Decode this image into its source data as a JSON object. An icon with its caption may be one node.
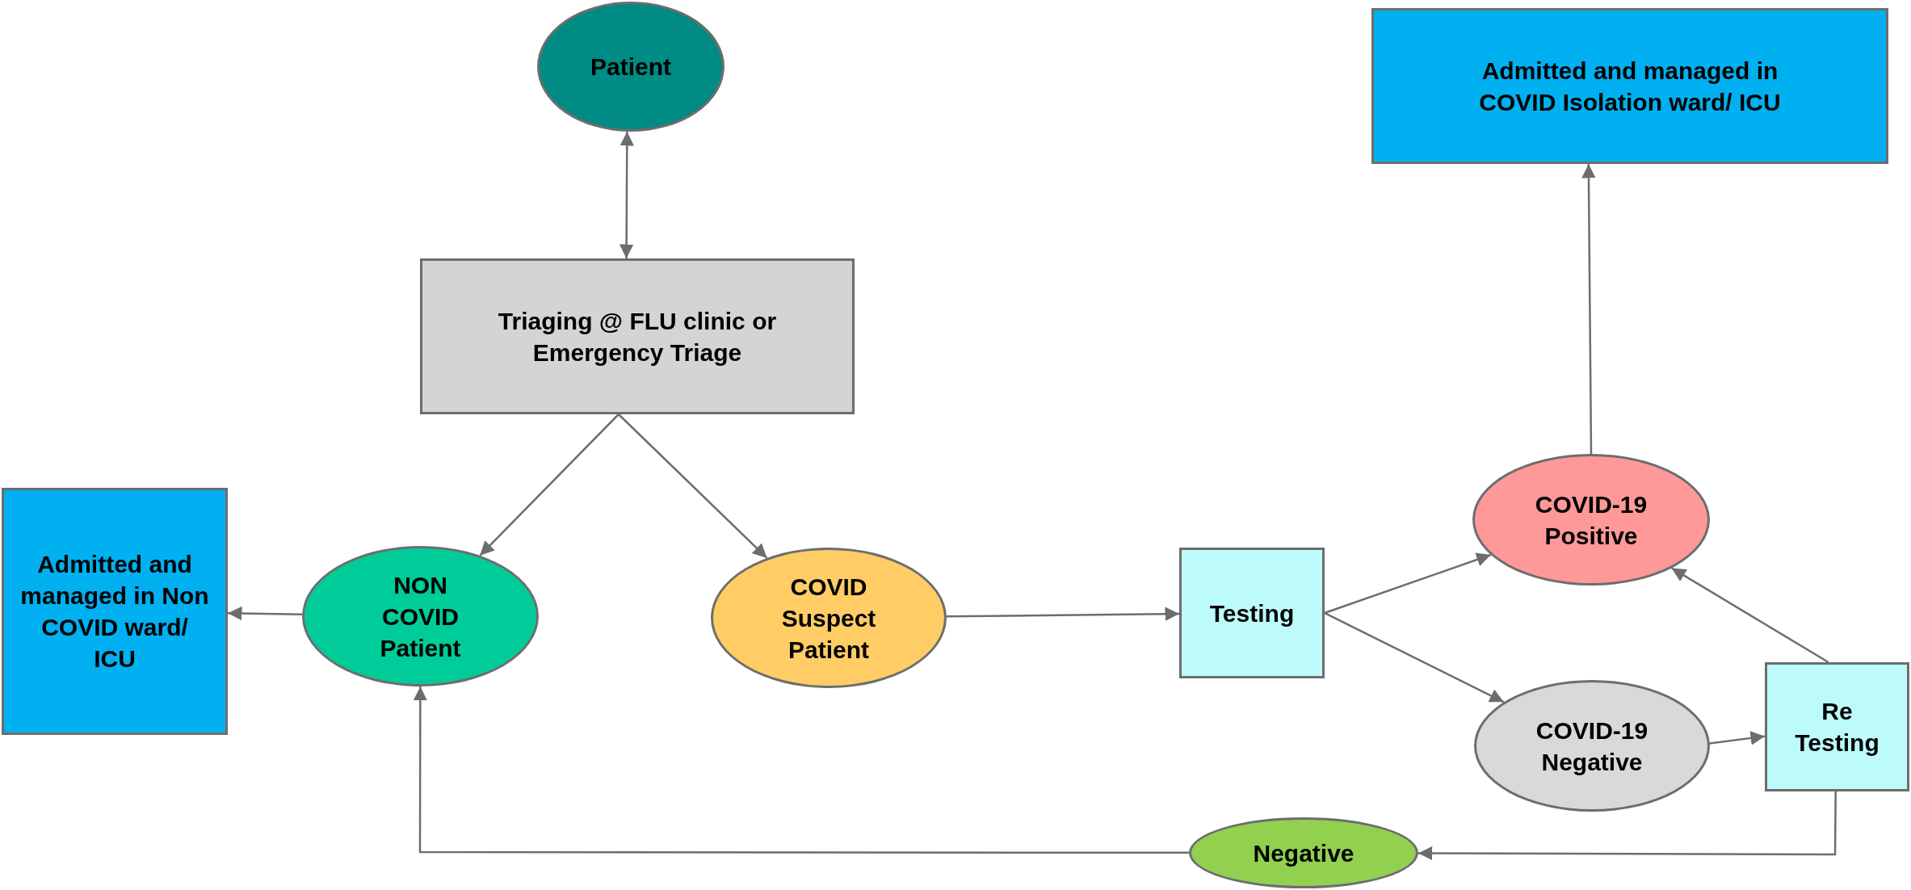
{
  "diagram": {
    "nodes": [
      {
        "text": [
          "Patient"
        ]
      },
      {
        "text": [
          "Triaging @ FLU clinic or Emergency Triage"
        ]
      },
      {
        "text": [
          "Admitted and managed in COVID Isolation ward/ ICU"
        ]
      },
      {
        "text": [
          "Admitted and managed in Non COVID ward/ ICU"
        ]
      },
      {
        "text": [
          "NON COVID Patient"
        ]
      },
      {
        "text": [
          "COVID Suspect Patient"
        ]
      },
      {
        "text": [
          "Testing"
        ]
      },
      {
        "text": [
          "COVID-19 Positive"
        ]
      },
      {
        "text": [
          "COVID-19 Negative"
        ]
      },
      {
        "text": [
          "Re Testing"
        ]
      },
      {
        "text": [
          "Negative"
        ]
      }
    ],
    "edges": [
      {
        "from": 0,
        "to": 1,
        "arrow": "both"
      },
      {
        "from": 1,
        "to": 4,
        "arrow": "to"
      },
      {
        "from": 1,
        "to": 5,
        "arrow": "to"
      },
      {
        "from": 4,
        "to": 3,
        "arrow": "to"
      },
      {
        "from": 5,
        "to": 6,
        "arrow": "to"
      },
      {
        "from": 6,
        "to": 7,
        "arrow": "to"
      },
      {
        "from": 6,
        "to": 8,
        "arrow": "to"
      },
      {
        "from": 8,
        "to": 9,
        "arrow": "to"
      },
      {
        "from": 9,
        "to": 7,
        "arrow": "to"
      },
      {
        "from": 7,
        "to": 2,
        "arrow": "to"
      },
      {
        "from": 9,
        "to": 10,
        "arrow": "to"
      },
      {
        "from": 10,
        "to": 4,
        "arrow": "to"
      }
    ]
  }
}
